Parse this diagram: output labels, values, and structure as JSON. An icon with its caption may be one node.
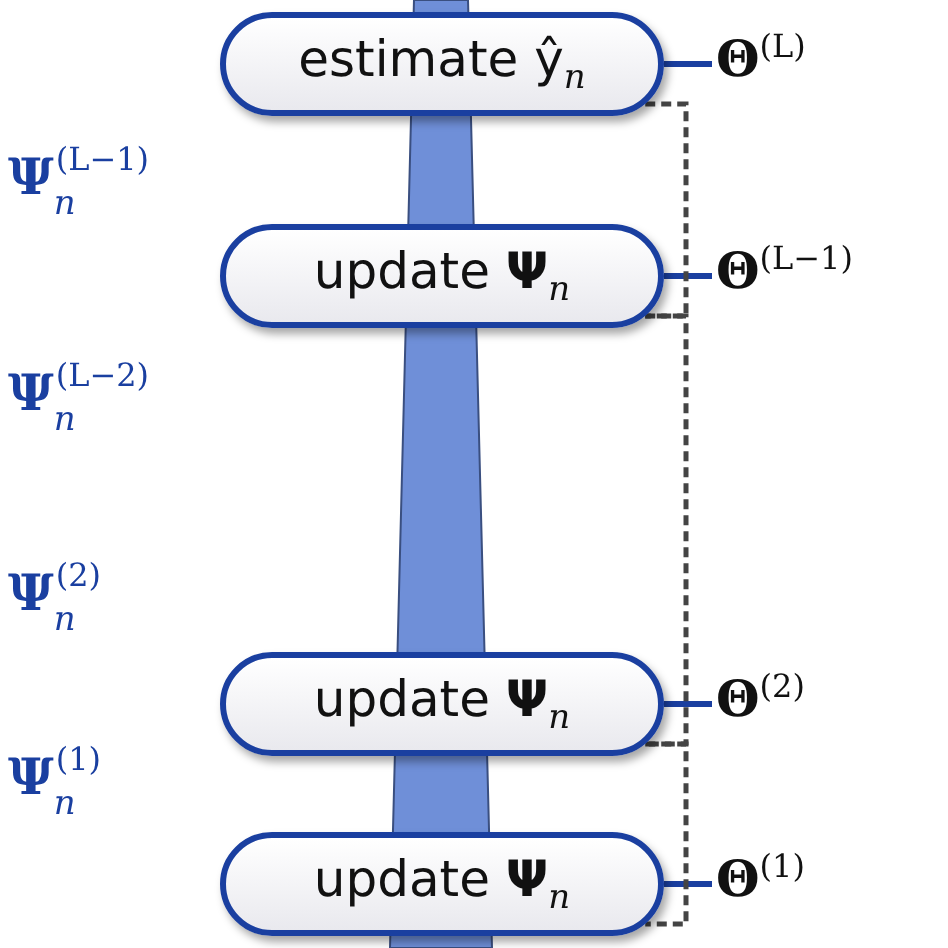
{
  "diagram": {
    "nodes": [
      {
        "text": [
          "estimate ŷ$_{n}$"
        ]
      },
      {
        "text": [
          "update **Ψ**$_{n}$"
        ]
      },
      {
        "text": [
          "update **Ψ**$_{n}$"
        ]
      },
      {
        "text": [
          "update **Ψ**$_{n}$"
        ]
      },
      {
        "text": [
          "**Θ**$^{(L)}$"
        ]
      },
      {
        "text": [
          "**Θ**$^{(L−1)}$"
        ]
      },
      {
        "text": [
          "**Θ**$^{(2)}$"
        ]
      },
      {
        "text": [
          "**Θ**$^{(1)}$"
        ]
      },
      {
        "text": [],
        "shape": "bar"
      }
    ],
    "edges": [
      {
        "from": 0,
        "to": 4,
        "arrow": "none"
      },
      {
        "from": 1,
        "to": 5,
        "arrow": "none"
      },
      {
        "from": 2,
        "to": 6,
        "arrow": "none"
      },
      {
        "from": 3,
        "to": 7,
        "arrow": "none"
      },
      {
        "from": 0,
        "to": 1,
        "arrow": "none",
        "style": "dashed",
        "color": "#444444"
      },
      {
        "from": 1,
        "to": 2,
        "arrow": "none",
        "style": "dashed",
        "color": "#444444"
      },
      {
        "from": 2,
        "to": 3,
        "arrow": "none",
        "style": "dashed",
        "color": "#444444"
      }
    ],
    "labels": [
      "**Ψ**$_{n}$$^{(L−1)}$",
      "**Ψ**$_{n}$$^{(L−2)}$",
      "**Ψ**$_{n}$$^{(2)}$",
      "**Ψ**$_{n}$$^{(1)}$"
    ]
  }
}
